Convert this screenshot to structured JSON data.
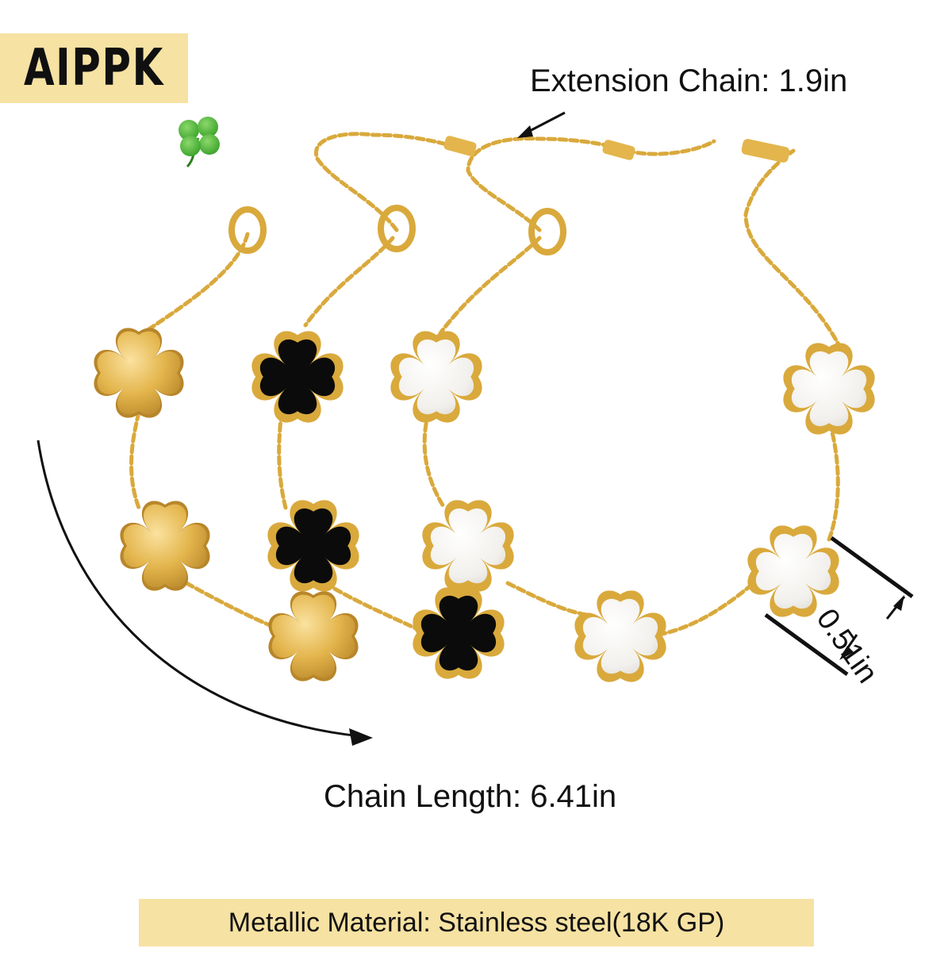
{
  "brand": {
    "name": "AIPPK"
  },
  "labels": {
    "extension_chain": "Extension Chain: 1.9in",
    "chain_length": "Chain Length: 6.41in",
    "charm_width": "0.51in",
    "material": "Metallic Material: Stainless steel(18K GP)"
  },
  "colors": {
    "banner": "#f6e2a3",
    "gold": "#e3b54c",
    "gold_dark": "#b8862a",
    "black_inlay": "#0b0b0b",
    "pearl_inlay": "#f4f2ee",
    "clover_green": "#3cab2e"
  },
  "products": [
    {
      "style": "gold-sunburst-clover-bracelet",
      "charms": 3
    },
    {
      "style": "black-onyx-clover-bracelet",
      "charms": 3
    },
    {
      "style": "white-mother-of-pearl-clover-bracelet",
      "charms": 5
    }
  ],
  "icons": [
    "four-leaf-clover-icon"
  ]
}
